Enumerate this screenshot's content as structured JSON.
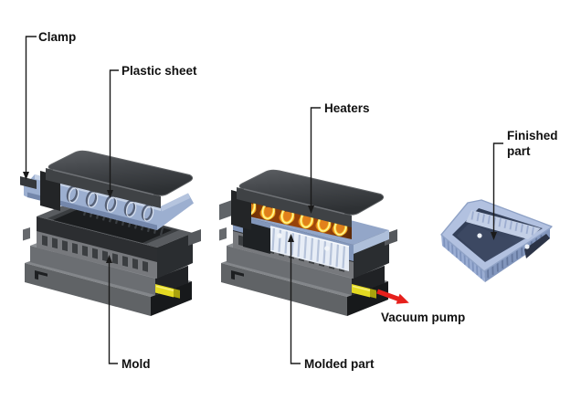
{
  "diagram": {
    "description": "Three-stage vacuum thermoforming process diagram",
    "labels": {
      "clamp": "Clamp",
      "plastic_sheet": "Plastic sheet",
      "heaters": "Heaters",
      "finished_part": [
        "Finished",
        "part"
      ],
      "vacuum_pump": "Vacuum pump",
      "mold": "Mold",
      "molded_part": "Molded part"
    },
    "colors": {
      "background": "#ffffff",
      "machine_dark_gray": "#3a3d41",
      "base_gray": "#85888c",
      "mold_dark": "#232527",
      "plastic_sheet_blue": "#9cafd0",
      "molded_part_light": "#e7edf6",
      "heater_glow_orange": "#d9660e",
      "heater_tube_yellow": "#ffd935",
      "nozzle_yellow": "#e4da22",
      "vacuum_arrow_red": "#e6201c",
      "finished_part_blue": "#b2c1e0",
      "label_text": "#111111"
    }
  }
}
